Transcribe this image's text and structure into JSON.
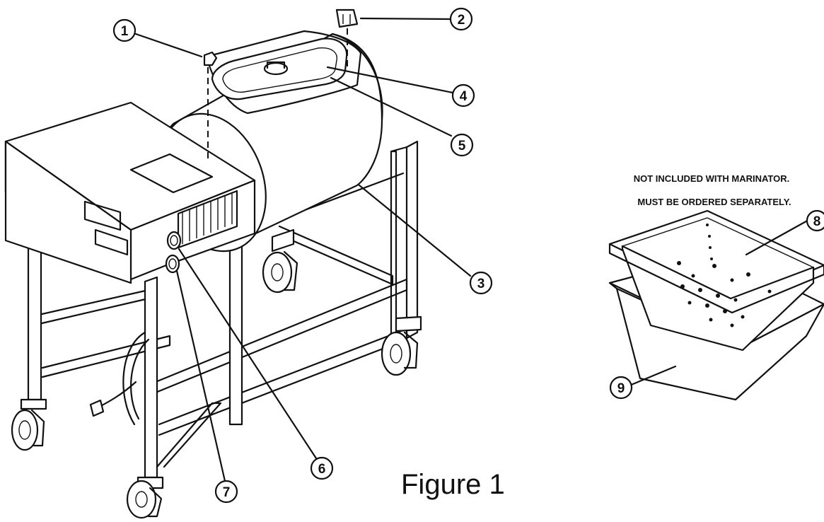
{
  "figure_label": "Figure 1",
  "note": {
    "line1": "NOT INCLUDED WITH MARINATOR.",
    "line2": "MUST BE ORDERED SEPARATELY."
  },
  "callouts": [
    "1",
    "2",
    "3",
    "4",
    "5",
    "6",
    "7",
    "8",
    "9"
  ]
}
